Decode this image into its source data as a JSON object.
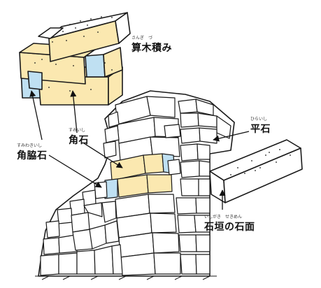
{
  "labels": {
    "sangi": {
      "text": "算木積み",
      "reading": "さんぎ　づ"
    },
    "kakuwaki": {
      "text": "角脇石",
      "reading": "すみわきいし"
    },
    "kakuishi": {
      "text": "角石",
      "reading": "すみいし"
    },
    "hiraishi": {
      "text": "平石",
      "reading": "ひらいし"
    },
    "sekimen": {
      "text": "石垣の石面",
      "reading": "いしがき　せきめん"
    }
  },
  "colors": {
    "corner_stone_fill": "#FBE8B0",
    "side_stone_fill": "#BFE0F2",
    "outline": "#1a1a1a",
    "background": "#ffffff"
  }
}
